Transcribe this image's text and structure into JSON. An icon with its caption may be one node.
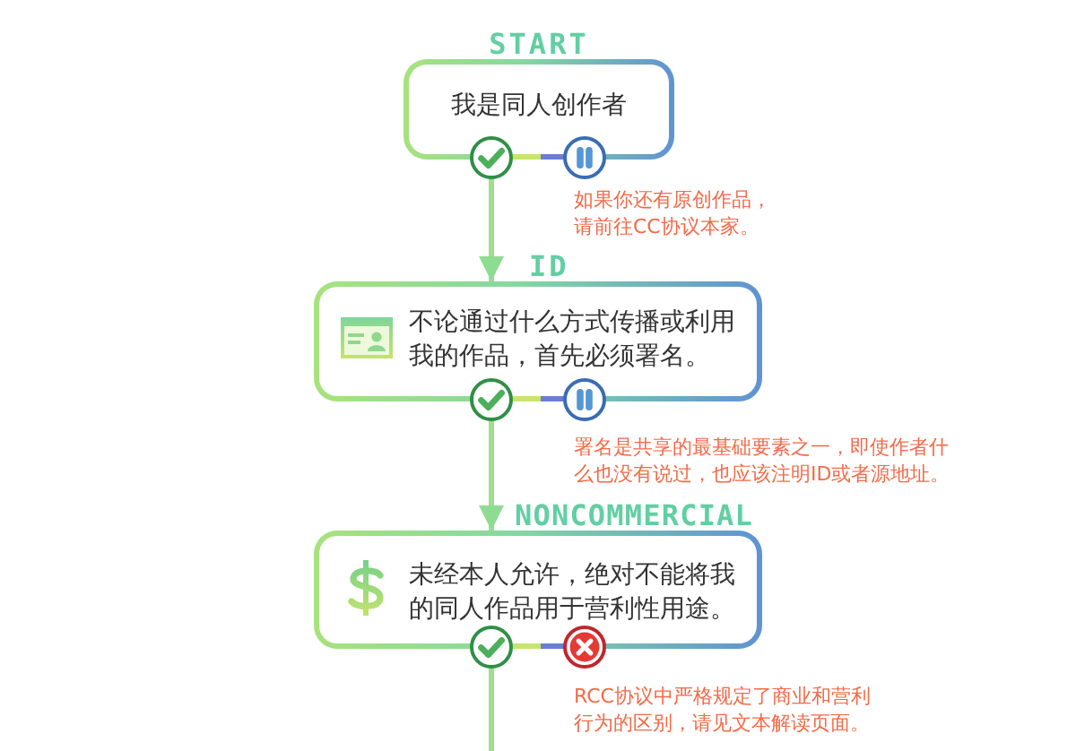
{
  "diagram": {
    "nodes": [
      {
        "text": [
          "START",
          "我是同人创作者"
        ]
      },
      {
        "text": [],
        "shape": "circle"
      },
      {
        "text": [],
        "shape": "circle",
        "beside": [
          "如果你还有原创作品，请前往CC协议本家。"
        ]
      },
      {
        "text": [
          "ID",
          "不论通过什么方式传播或利用我的作品，首先必须署名。"
        ]
      },
      {
        "text": [],
        "shape": "circle"
      },
      {
        "text": [],
        "shape": "circle",
        "beside": [
          "署名是共享的最基础要素之一，即使作者什么也没有说过，也应该注明ID或者源地址。"
        ]
      },
      {
        "text": [
          "NONCOMMERCIAL",
          "未经本人允许，绝对不能将我的同人作品用于营利性用途。"
        ]
      },
      {
        "text": [],
        "shape": "circle"
      },
      {
        "text": [],
        "shape": "circle",
        "beside": [
          "RCC协议中严格规定了商业和营利行为的区别，请见文本解读页面。"
        ]
      }
    ],
    "edges": [
      {
        "from": 1,
        "to": 2,
        "arrow": "none"
      },
      {
        "from": 1,
        "to": 3,
        "arrow": "to"
      },
      {
        "from": 4,
        "to": 5,
        "arrow": "none"
      },
      {
        "from": 4,
        "to": 6,
        "arrow": "to"
      },
      {
        "from": 7,
        "to": 8,
        "arrow": "none"
      },
      {
        "from": 7,
        "to": null,
        "arrow": "none"
      }
    ]
  }
}
